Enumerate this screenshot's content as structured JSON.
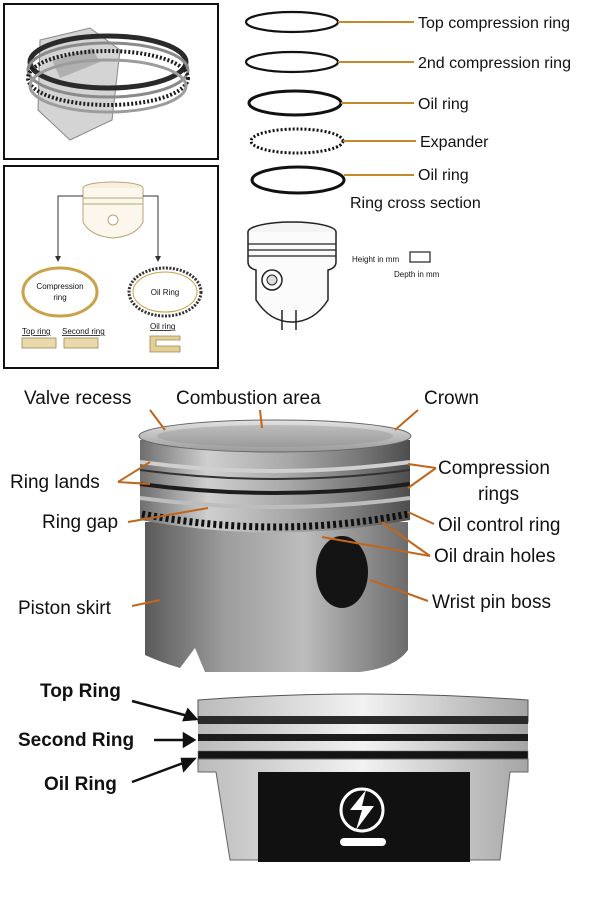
{
  "colors": {
    "leader_gold": "#c28a2a",
    "leader_orange": "#c0661c",
    "ring_dark": "#1a1a1a",
    "metal_light": "#d9d9d9",
    "metal_mid": "#9a9a9a",
    "metal_dark": "#555555",
    "oil_ring_gold": "#b58a2a",
    "logo_fill": "#111111"
  },
  "ring_list": {
    "labels": [
      "Top compression ring",
      "2nd compression ring",
      "Oil ring",
      "Expander",
      "Oil ring"
    ],
    "section_title": "Ring cross section",
    "height_label": "Height in mm",
    "depth_label": "Depth in mm"
  },
  "ring_types_box": {
    "compression_label_line1": "Compression",
    "compression_label_line2": "ring",
    "oil_ring_label": "Oil Ring",
    "top_ring_label": "Top ring",
    "second_ring_label": "Second ring",
    "oil_ring_small_label": "Oil ring"
  },
  "piston_anatomy": {
    "labels": {
      "valve_recess": "Valve recess",
      "combustion_area": "Combustion area",
      "crown": "Crown",
      "ring_lands": "Ring lands",
      "compression_rings_line1": "Compression",
      "compression_rings_line2": "rings",
      "ring_gap": "Ring gap",
      "oil_control_ring": "Oil control ring",
      "oil_drain_holes": "Oil drain holes",
      "piston_skirt": "Piston skirt",
      "wrist_pin_boss": "Wrist pin boss"
    }
  },
  "ring_positions": {
    "labels": [
      "Top Ring",
      "Second Ring",
      "Oil Ring"
    ]
  },
  "icons": [
    "piston-ring-set-icon",
    "piston-schematic-icon",
    "lightning-logo-icon"
  ]
}
